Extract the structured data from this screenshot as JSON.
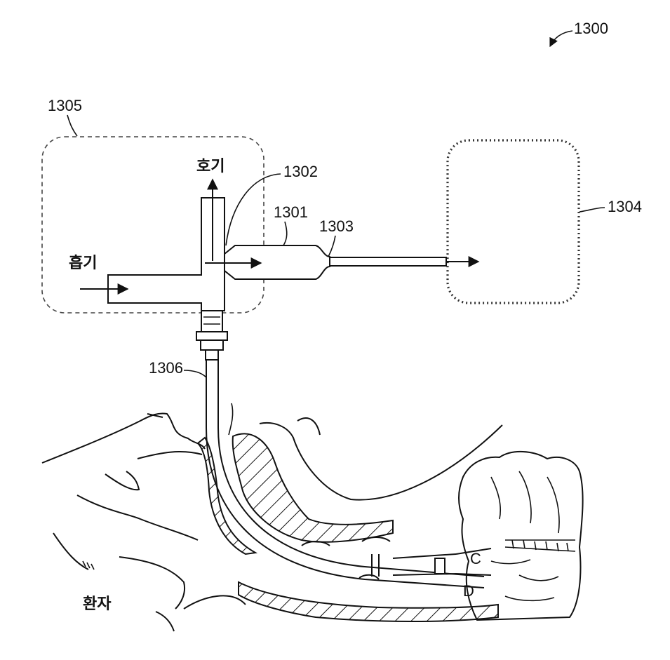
{
  "figure": {
    "id_label": "1300",
    "labels": {
      "box_1305": "1305",
      "box_1304": "1304",
      "part_1302": "1302",
      "part_1301": "1301",
      "part_1303": "1303",
      "tube_1306": "1306"
    },
    "korean": {
      "exhale": "호기",
      "inhale": "흡기",
      "patient": "환자"
    },
    "anatomy_letters": {
      "c": "C",
      "d": "D"
    }
  }
}
